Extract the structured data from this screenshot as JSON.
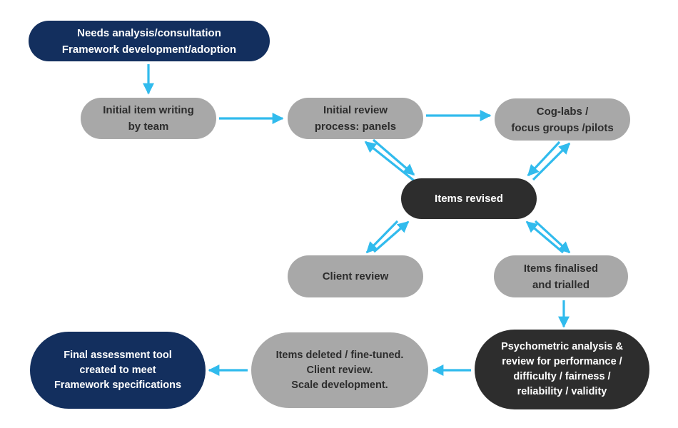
{
  "diagram": {
    "description": "Assessment development process flowchart",
    "colors": {
      "navy": "#132f5e",
      "gray": "#a8a8a8",
      "charcoal": "#2d2d2d",
      "arrow": "#31bbed",
      "background": "#ffffff",
      "text_light": "#ffffff",
      "text_dark": "#2d2d2d"
    },
    "nodes": [
      {
        "id": "needs-analysis",
        "variant": "navy",
        "label": "Needs analysis/consultation\nFramework development/adoption"
      },
      {
        "id": "initial-item-writing",
        "variant": "gray",
        "label": "Initial item writing\nby team"
      },
      {
        "id": "initial-review",
        "variant": "gray",
        "label": "Initial review\nprocess: panels"
      },
      {
        "id": "cog-labs",
        "variant": "gray",
        "label": "Cog-labs /\nfocus groups /pilots"
      },
      {
        "id": "items-revised",
        "variant": "charcoal",
        "label": "Items revised"
      },
      {
        "id": "client-review",
        "variant": "gray",
        "label": "Client review"
      },
      {
        "id": "items-finalised",
        "variant": "gray",
        "label": "Items finalised\nand trialled"
      },
      {
        "id": "psychometric",
        "variant": "charcoal",
        "label": "Psychometric analysis &\nreview for performance /\ndifficulty / fairness /\nreliability / validity"
      },
      {
        "id": "items-deleted",
        "variant": "gray",
        "label": "Items deleted / fine-tuned.\nClient review.\nScale development."
      },
      {
        "id": "final-assessment",
        "variant": "navy",
        "label": "Final assessment tool\ncreated to meet\nFramework specifications"
      }
    ],
    "edges": [
      {
        "from": "needs-analysis",
        "to": "initial-item-writing",
        "bidirectional": false
      },
      {
        "from": "initial-item-writing",
        "to": "initial-review",
        "bidirectional": false
      },
      {
        "from": "initial-review",
        "to": "cog-labs",
        "bidirectional": false
      },
      {
        "from": "initial-review",
        "to": "items-revised",
        "bidirectional": true
      },
      {
        "from": "cog-labs",
        "to": "items-revised",
        "bidirectional": true
      },
      {
        "from": "items-revised",
        "to": "client-review",
        "bidirectional": true
      },
      {
        "from": "items-revised",
        "to": "items-finalised",
        "bidirectional": true
      },
      {
        "from": "items-finalised",
        "to": "psychometric",
        "bidirectional": false
      },
      {
        "from": "psychometric",
        "to": "items-deleted",
        "bidirectional": false
      },
      {
        "from": "items-deleted",
        "to": "final-assessment",
        "bidirectional": false
      }
    ]
  }
}
